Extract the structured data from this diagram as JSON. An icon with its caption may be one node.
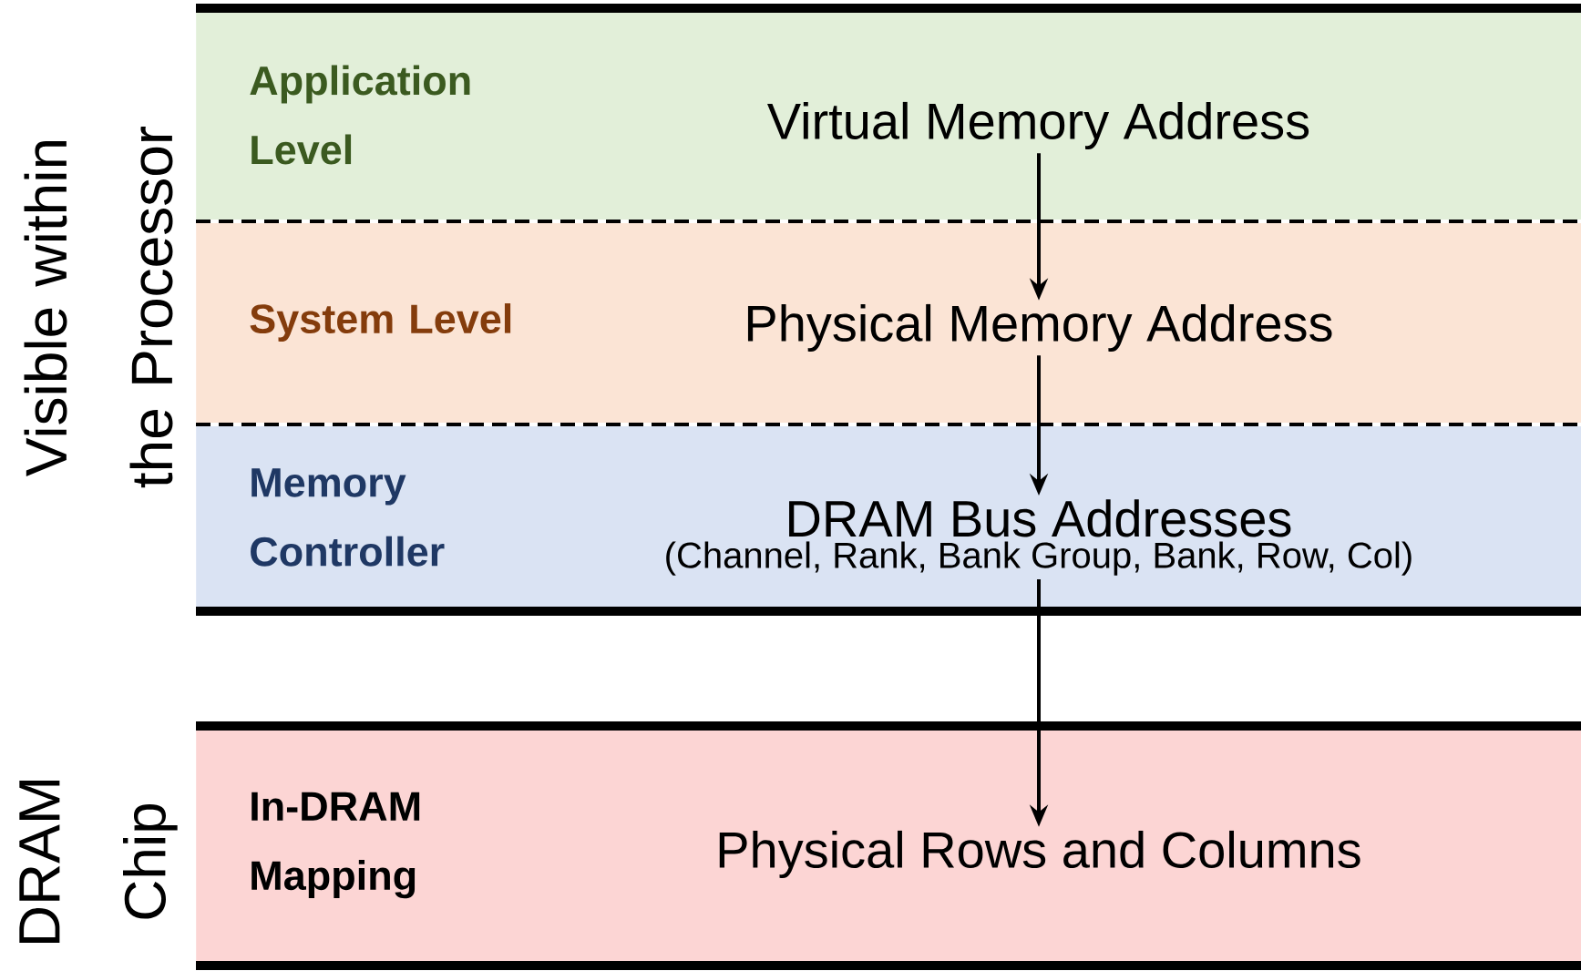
{
  "diagram": {
    "nodes": [
      {
        "text": [
          "Application Level"
        ]
      },
      {
        "text": [
          "Virtual Memory Address"
        ],
        "in": 0
      },
      {
        "text": [
          "System Level"
        ]
      },
      {
        "text": [
          "Physical Memory Address"
        ],
        "in": 2
      },
      {
        "text": [
          "Memory Controller"
        ]
      },
      {
        "text": [
          "DRAM Bus Addresses",
          "(Channel, Rank, Bank Group, Bank, Row, Col)"
        ],
        "in": 4
      },
      {
        "text": [
          "In-DRAM Mapping"
        ]
      },
      {
        "text": [
          "Physical Rows and Columns"
        ],
        "in": 6
      }
    ],
    "edges": [
      {
        "from": 1,
        "to": 3,
        "arrow": "to"
      },
      {
        "from": 3,
        "to": 5,
        "arrow": "to"
      },
      {
        "from": 5,
        "to": 7,
        "arrow": "to"
      }
    ],
    "labels": [
      "Visible within the Processor",
      "DRAM Chip"
    ]
  }
}
